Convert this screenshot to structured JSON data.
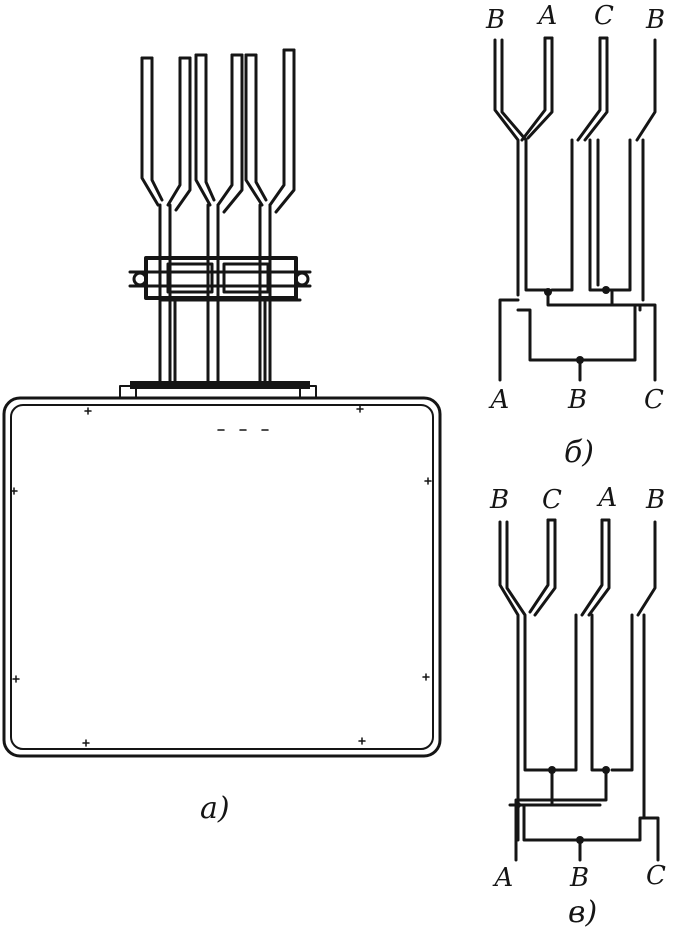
{
  "figure_a": {
    "caption": "а)"
  },
  "figure_b": {
    "caption": "б)",
    "top_labels": [
      "В",
      "А",
      "С",
      "В"
    ],
    "bottom_labels": [
      "А",
      "В",
      "С"
    ]
  },
  "figure_c": {
    "caption": "в)",
    "top_labels": [
      "В",
      "С",
      "А",
      "В"
    ],
    "bottom_labels": [
      "А",
      "В",
      "С"
    ]
  },
  "colors": {
    "ink": "#151515",
    "paper": "#ffffff"
  }
}
